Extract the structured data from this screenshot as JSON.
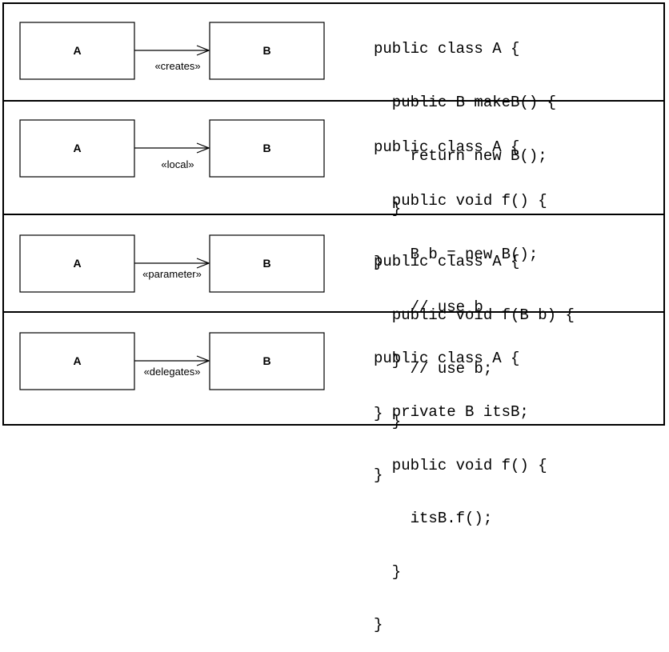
{
  "rows": [
    {
      "class_a": "A",
      "class_b": "B",
      "stereotype": "«creates»",
      "code": [
        "public class A {",
        "  public B makeB() {",
        "    return new B();",
        "  }",
        "}"
      ]
    },
    {
      "class_a": "A",
      "class_b": "B",
      "stereotype": "«local»",
      "code": [
        "public class A {",
        "  public void f() {",
        "    B b = new B();",
        "    // use b",
        "  }",
        "}"
      ]
    },
    {
      "class_a": "A",
      "class_b": "B",
      "stereotype": "«parameter»",
      "code": [
        "public class A {",
        "  public void f(B b) {",
        "    // use b;",
        "  }",
        "}"
      ]
    },
    {
      "class_a": "A",
      "class_b": "B",
      "stereotype": "«delegates»",
      "code": [
        "public class A {",
        "  private B itsB;",
        "  public void f() {",
        "    itsB.f();",
        "  }",
        "}"
      ]
    }
  ]
}
